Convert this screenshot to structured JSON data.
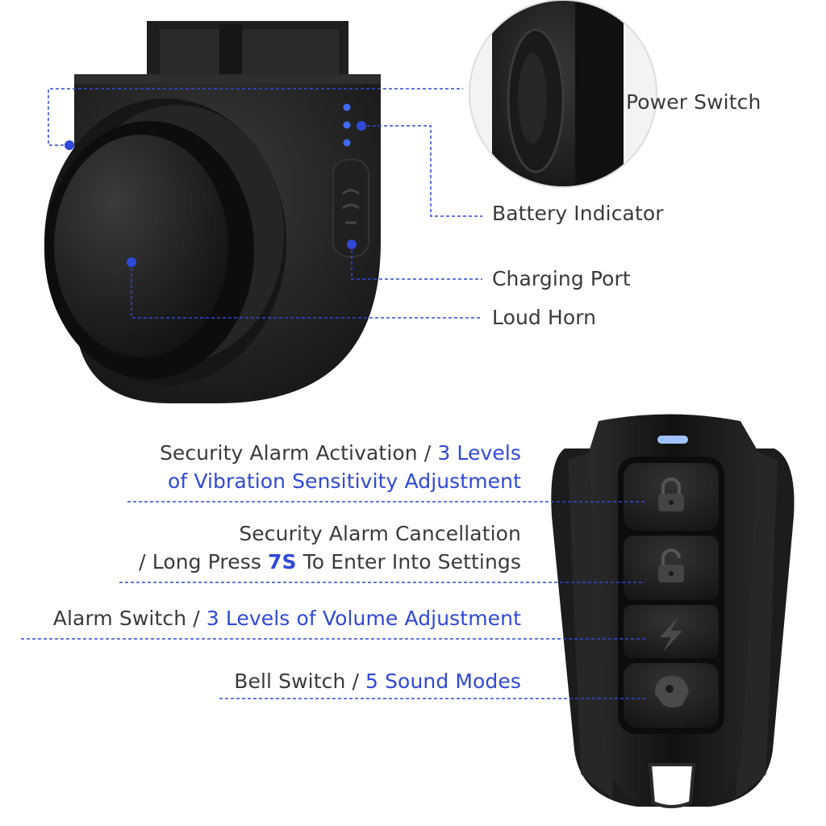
{
  "colors": {
    "accent": "#2f49d8",
    "label_text": "#3a3a3a",
    "device_body": "#1c1c1c",
    "led": "#3f6bff"
  },
  "callouts_top": {
    "power_switch": "Power Switch",
    "battery_indicator": "Battery Indicator",
    "charging_port": "Charging Port",
    "loud_horn": "Loud Horn"
  },
  "remote_labels": {
    "activation": {
      "line1_a": "Security Alarm Activation / ",
      "line1_b": "3 Levels",
      "line2": "of Vibration Sensitivity Adjustment"
    },
    "cancellation": {
      "line1": "Security Alarm Cancellation",
      "line2_a": "/ Long Press ",
      "line2_b": "7S",
      "line2_c": " To Enter Into Settings"
    },
    "alarm_switch": {
      "a": "Alarm Switch / ",
      "b": "3 Levels",
      "c": " of Volume Adjustment"
    },
    "bell_switch": {
      "a": "Bell Switch / ",
      "b": "5 Sound Modes"
    }
  },
  "icons": [
    "lock-icon",
    "unlock-icon",
    "lightning-icon",
    "bell-icon"
  ]
}
